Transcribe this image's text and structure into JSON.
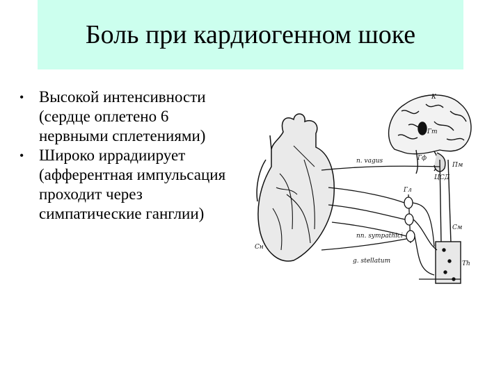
{
  "slide": {
    "title": "Боль при кардиогенном шоке",
    "title_bg": "#ccffee",
    "bullets": [
      {
        "lines": [
          "Высокой интенсивности",
          "(сердце оплетено 6",
          "нервными сплетениями)"
        ]
      },
      {
        "lines": [
          "Широко иррадиирует",
          "(афферентная импульсация",
          "проходит через",
          "симпатические ганглии)"
        ]
      }
    ]
  },
  "diagram": {
    "labels": {
      "k": "К",
      "gt": "Гт",
      "gf": "Гф",
      "pm": "Пм",
      "csd": "ЦСД",
      "n_vagus": "n. vagus",
      "gl": "Гл",
      "sm": "См",
      "n_symp": "nn. sympathici",
      "g_stellatum": "g. stellatum",
      "th": "Th",
      "sn": "Сн"
    }
  }
}
